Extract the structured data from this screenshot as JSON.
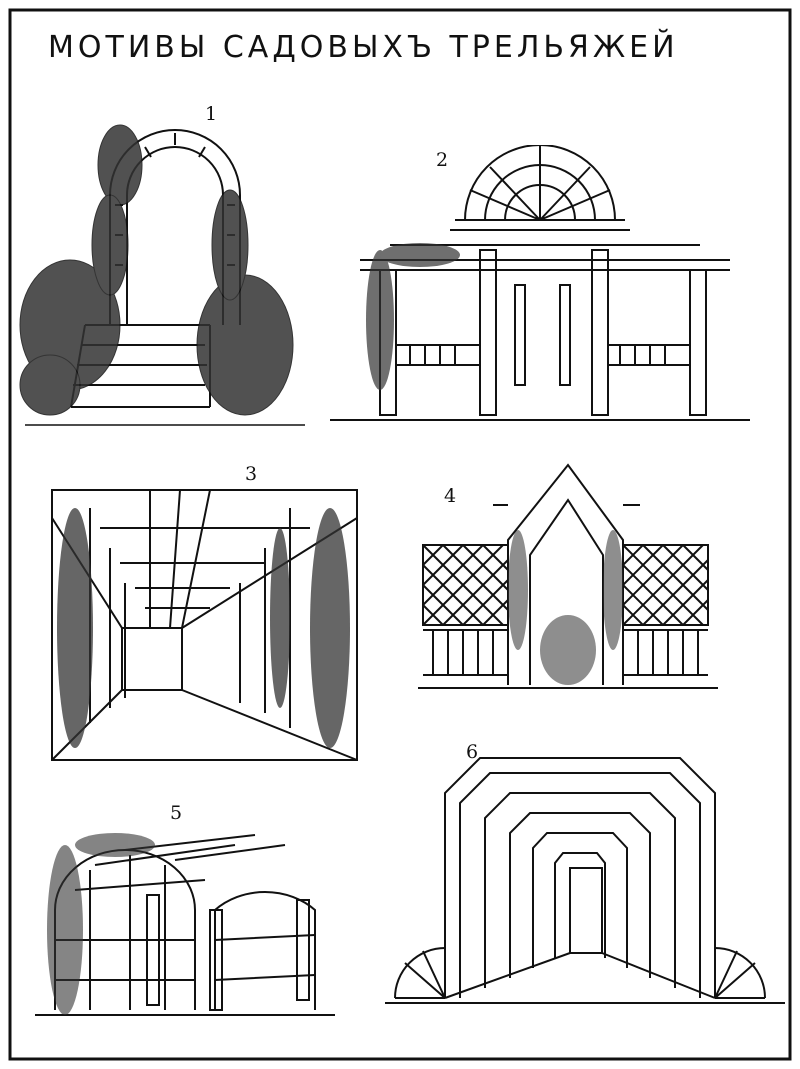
{
  "title": "МОТИВЫ САДОВЫХЪ ТРЕЛЬЯЖЕЙ",
  "colors": {
    "ink": "#111111",
    "paper": "#ffffff"
  },
  "figures": [
    {
      "number": "1"
    },
    {
      "number": "2"
    },
    {
      "number": "3"
    },
    {
      "number": "4"
    },
    {
      "number": "5"
    },
    {
      "number": "6"
    }
  ]
}
